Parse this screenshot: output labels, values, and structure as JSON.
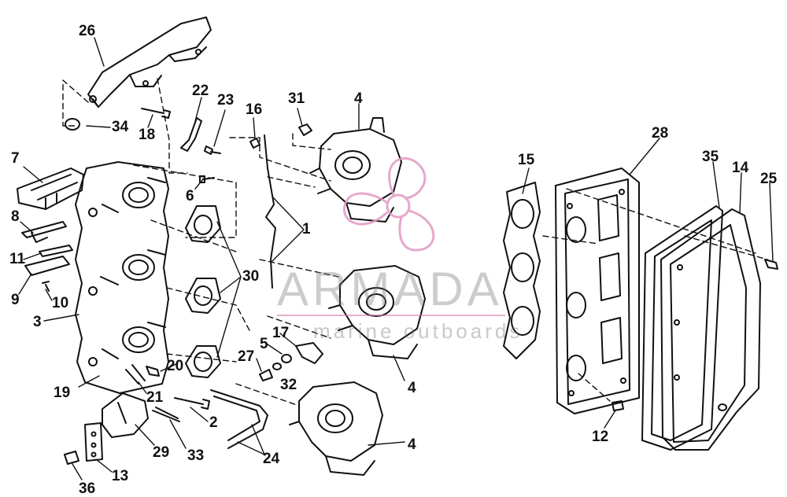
{
  "callouts": [
    {
      "id": "1",
      "text": "1"
    },
    {
      "id": "2",
      "text": "2"
    },
    {
      "id": "3",
      "text": "3"
    },
    {
      "id": "4a",
      "text": "4"
    },
    {
      "id": "4b",
      "text": "4"
    },
    {
      "id": "4c",
      "text": "4"
    },
    {
      "id": "5",
      "text": "5"
    },
    {
      "id": "6",
      "text": "6"
    },
    {
      "id": "7",
      "text": "7"
    },
    {
      "id": "8",
      "text": "8"
    },
    {
      "id": "9",
      "text": "9"
    },
    {
      "id": "10",
      "text": "10"
    },
    {
      "id": "11",
      "text": "11"
    },
    {
      "id": "12",
      "text": "12"
    },
    {
      "id": "13",
      "text": "13"
    },
    {
      "id": "14",
      "text": "14"
    },
    {
      "id": "15",
      "text": "15"
    },
    {
      "id": "16",
      "text": "16"
    },
    {
      "id": "17",
      "text": "17"
    },
    {
      "id": "18",
      "text": "18"
    },
    {
      "id": "19",
      "text": "19"
    },
    {
      "id": "20",
      "text": "20"
    },
    {
      "id": "21",
      "text": "21"
    },
    {
      "id": "22",
      "text": "22"
    },
    {
      "id": "23",
      "text": "23"
    },
    {
      "id": "24",
      "text": "24"
    },
    {
      "id": "25",
      "text": "25"
    },
    {
      "id": "26",
      "text": "26"
    },
    {
      "id": "27",
      "text": "27"
    },
    {
      "id": "28",
      "text": "28"
    },
    {
      "id": "29",
      "text": "29"
    },
    {
      "id": "30",
      "text": "30"
    },
    {
      "id": "31",
      "text": "31"
    },
    {
      "id": "32",
      "text": "32"
    },
    {
      "id": "33",
      "text": "33"
    },
    {
      "id": "34",
      "text": "34"
    },
    {
      "id": "35",
      "text": "35"
    },
    {
      "id": "36",
      "text": "36"
    }
  ],
  "watermark": {
    "name": "ARMADA",
    "tagline": "marine outboards",
    "logo_icon": "propeller-logo-icon",
    "color": "#e39ac5"
  }
}
